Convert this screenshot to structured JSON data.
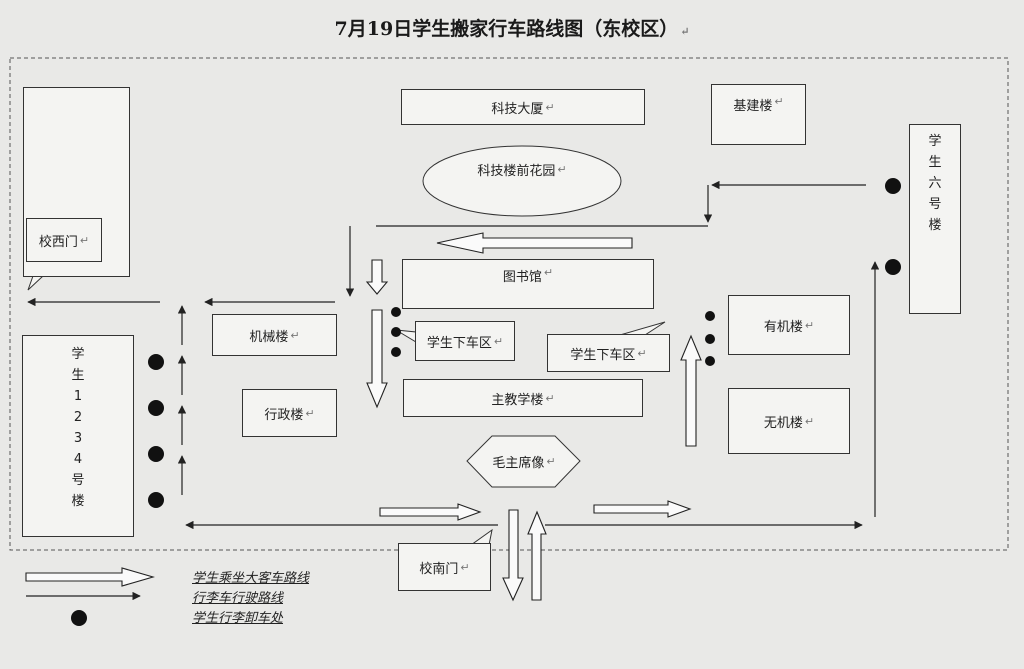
{
  "title": "7月19日学生搬家行车路线图（东校区）",
  "buildings": {
    "keji_dasha": "科技大厦",
    "jijian_lou": "基建楼",
    "keji_garden": "科技楼前花园",
    "xiaoxi_men": "校西门",
    "tushuguan": "图书馆",
    "jixie_lou": "机械楼",
    "xingzheng_lou": "行政楼",
    "xiache_left": "学生下车区",
    "xiache_right": "学生下车区",
    "zhujiaoxue_lou": "主教学楼",
    "youji_lou": "有机楼",
    "wuji_lou": "无机楼",
    "mao_statue": "毛主席像",
    "xiaonan_men": "校南门",
    "dorm6": [
      "学",
      "生",
      "六",
      "号",
      "楼"
    ],
    "dorm1234": [
      "学",
      "生",
      "1",
      "2",
      "3",
      "4",
      "号",
      "楼"
    ]
  },
  "legend": {
    "bus_route": "学生乘坐大客车路线",
    "luggage_route": "行李车行驶路线",
    "unload_point": "学生行李卸车处"
  },
  "paragraph_mark": "↵"
}
